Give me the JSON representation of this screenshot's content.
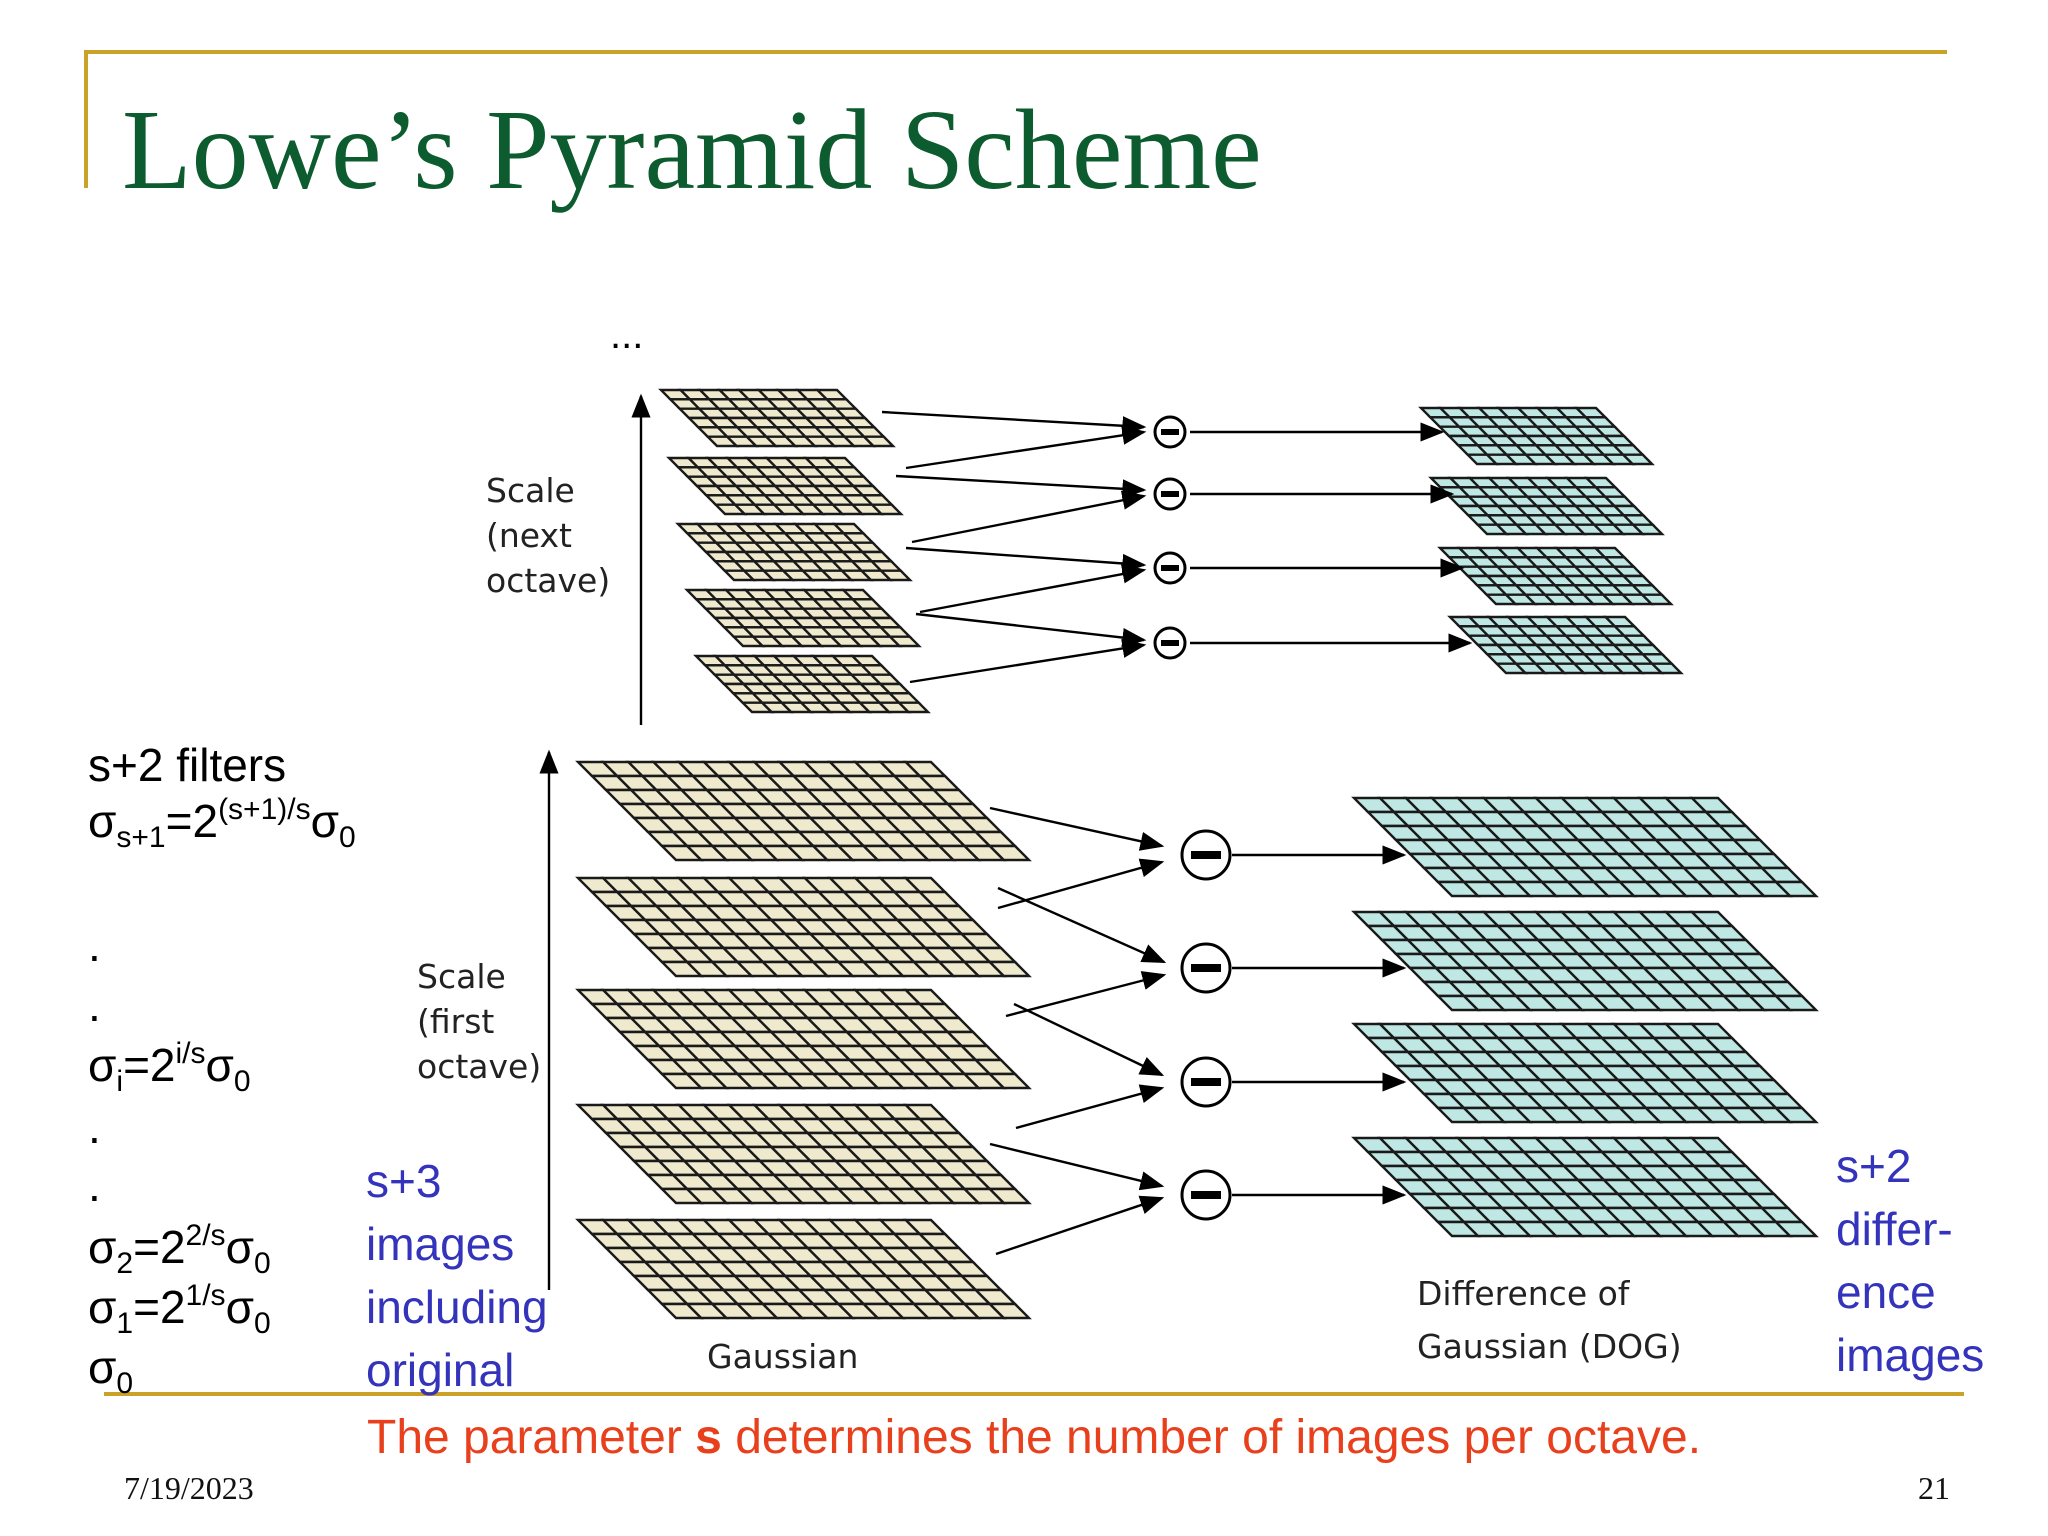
{
  "slide": {
    "title": "Lowe’s Pyramid Scheme",
    "date": "7/19/2023",
    "page_number": "21"
  },
  "diagram": {
    "ellipsis": "...",
    "scale_label_next": [
      "Scale",
      "(next",
      "octave)"
    ],
    "scale_label_first": [
      "Scale",
      "(first",
      "octave)"
    ],
    "gaussian_label": "Gaussian",
    "dog_label": [
      "Difference of",
      "Gaussian (DOG)"
    ],
    "operator_symbol": "−",
    "colors": {
      "gaussian_fill": "#efe9cd",
      "dog_fill": "#bfe8e5",
      "title": "#0d5c2f",
      "rule": "#c9a227",
      "annotation_blue": "#3333bb",
      "note_red": "#e8401c"
    }
  },
  "sigma_list": {
    "header": "s+2 filters",
    "top_sigma": {
      "base": "σ",
      "sub": "s+1",
      "eq": "=2",
      "sup": "(s+1)/s",
      "tail": "σ",
      "tail_sub": "0"
    },
    "dot": ".",
    "sigma_i": {
      "base": "σ",
      "sub": "i",
      "eq": "=2",
      "sup": "i/s",
      "tail": "σ",
      "tail_sub": "0"
    },
    "sigma_2": {
      "base": "σ",
      "sub": "2",
      "eq": "=2",
      "sup": "2/s",
      "tail": "σ",
      "tail_sub": "0"
    },
    "sigma_1": {
      "base": "σ",
      "sub": "1",
      "eq": "=2",
      "sup": "1/s",
      "tail": "σ",
      "tail_sub": "0"
    },
    "sigma_0": {
      "base": "σ",
      "sub": "0"
    }
  },
  "annotations": {
    "left_blue": [
      "s+3",
      "images",
      "including",
      "original"
    ],
    "right_blue": [
      "s+2",
      "differ-",
      "ence",
      "images"
    ],
    "note_prefix": "The parameter ",
    "note_bold": "s",
    "note_suffix": " determines the number of images per octave."
  }
}
